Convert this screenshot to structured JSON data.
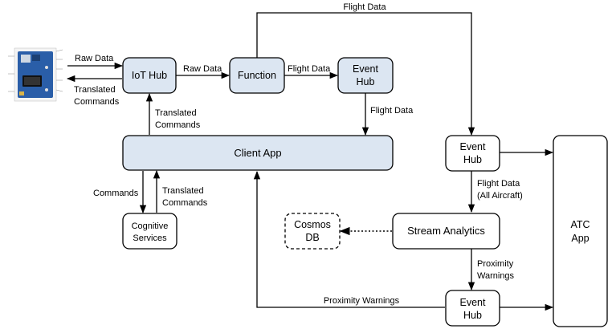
{
  "nodes": {
    "device_board": {
      "icon": "iot-device-board"
    },
    "iot_hub": {
      "label": "IoT Hub"
    },
    "function": {
      "label": "Function"
    },
    "event_hub_top": {
      "line1": "Event",
      "line2": "Hub"
    },
    "client_app": {
      "label": "Client App"
    },
    "cognitive_services": {
      "line1": "Cognitive",
      "line2": "Services"
    },
    "event_hub_right": {
      "line1": "Event",
      "line2": "Hub"
    },
    "stream_analytics": {
      "label": "Stream Analytics"
    },
    "cosmos_db": {
      "line1": "Cosmos",
      "line2": "DB"
    },
    "event_hub_bottom": {
      "line1": "Event",
      "line2": "Hub"
    },
    "atc_app": {
      "line1": "ATC",
      "line2": "App"
    }
  },
  "edges": {
    "device_to_iothub": "Raw Data",
    "iothub_to_device_1": "Translated",
    "iothub_to_device_2": "Commands",
    "iothub_to_function": "Raw Data",
    "function_to_eventhub": "Flight Data",
    "function_to_eventhub_right": "Flight Data",
    "eventhub_to_client": "Flight Data",
    "client_to_iothub_1": "Translated",
    "client_to_iothub_2": "Commands",
    "client_to_cognitive": "Commands",
    "cognitive_to_client_1": "Translated",
    "cognitive_to_client_2": "Commands",
    "eventhub_to_stream_1": "Flight Data",
    "eventhub_to_stream_2": "(All Aircraft)",
    "stream_to_eventhub_1": "Proximity",
    "stream_to_eventhub_2": "Warnings",
    "eventhub_to_client_warnings": "Proximity Warnings"
  },
  "colors": {
    "box_fill_blue": "#dce6f2",
    "box_fill_white": "#ffffff",
    "stroke": "#000000",
    "board_blue": "#2a5ea8"
  }
}
